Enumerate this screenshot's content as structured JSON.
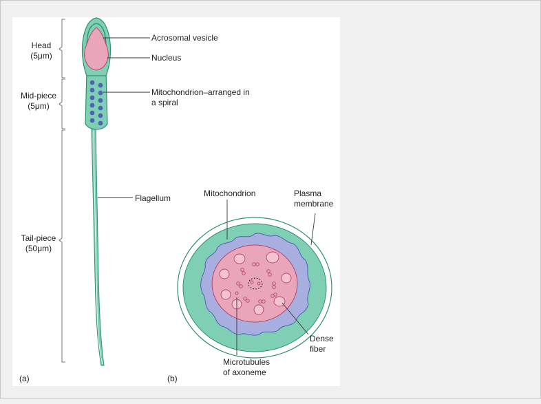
{
  "figure": {
    "regions": [
      {
        "name": "Head",
        "size": "(5μm)"
      },
      {
        "name": "Mid-piece",
        "size": "(5μm)"
      },
      {
        "name": "Tail-piece",
        "size": "(50μm)"
      }
    ],
    "labels_a": {
      "acrosomal_vesicle": "Acrosomal vesicle",
      "nucleus": "Nucleus",
      "mitochondrion_line1": "Mitochondrion–arranged in",
      "mitochondrion_line2": "a spiral",
      "flagellum": "Flagellum"
    },
    "labels_b": {
      "mitochondrion": "Mitochondrion",
      "plasma_line1": "Plasma",
      "plasma_line2": "membrane",
      "dense_line1": "Dense",
      "dense_line2": "fiber",
      "micro_line1": "Microtubules",
      "micro_line2": "of axoneme"
    },
    "panel_a": "(a)",
    "panel_b": "(b)",
    "colors": {
      "outer_teal": "#7fcfb4",
      "teal_stroke": "#2f8f76",
      "inner_pink": "#e9a5ba",
      "pink_stroke": "#b5476b",
      "mito_blue": "#a9aee0",
      "mito_dot": "#4e63b3"
    }
  }
}
